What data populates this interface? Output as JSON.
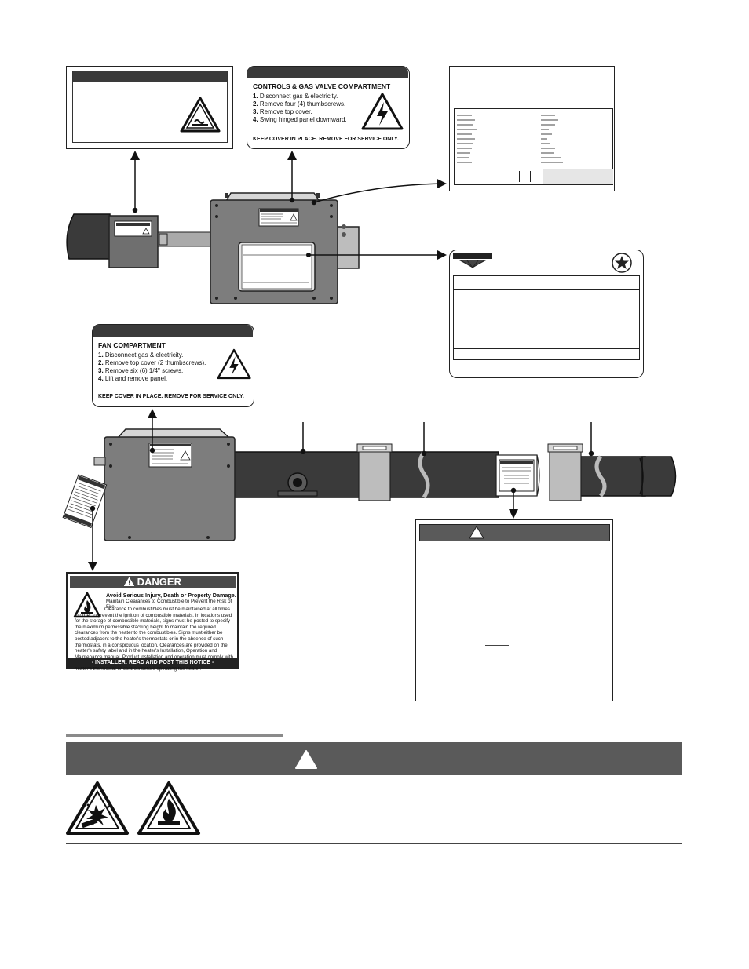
{
  "gas_valve_label": {
    "title": "CONTROLS & GAS VALVE COMPARTMENT",
    "steps": [
      {
        "num": "1.",
        "text": "Disconnect gas & electricity."
      },
      {
        "num": "2.",
        "text": "Remove four (4) thumbscrews."
      },
      {
        "num": "3.",
        "text": "Remove top cover."
      },
      {
        "num": "4.",
        "text": "Swing hinged panel downward."
      }
    ],
    "footer": "KEEP COVER IN PLACE. REMOVE FOR SERVICE ONLY."
  },
  "fan_label": {
    "title": "FAN COMPARTMENT",
    "steps": [
      {
        "num": "1.",
        "text": "Disconnect gas & electricity."
      },
      {
        "num": "2.",
        "text": "Remove top cover (2 thumbscrews)."
      },
      {
        "num": "3.",
        "text": "Remove six (6) 1/4\" screws."
      },
      {
        "num": "4.",
        "text": "Lift and remove panel."
      }
    ],
    "footer": "KEEP COVER IN PLACE. REMOVE FOR SERVICE ONLY."
  },
  "danger_label": {
    "header": "DANGER",
    "headline": "Avoid Serious Injury, Death or Property Damage.",
    "subhead": "Maintain Clearances to Combustible to Prevent the Risk of Fire.",
    "body": "Clearance to combustibles must be maintained at all times in order to prevent the ignition of combustible materials. In locations used for the storage of combustible materials, signs must be posted to specify the maximum permissible stacking height to maintain the required clearances from the heater to the combustibles. Signs must either be posted adjacent to the heater's thermostats or in the absence of such thermostats, in a conspicuous location. Clearances are provided on the heater's safety label and in the heater's Installation, Operation and Maintenance manual. Product installation and operation must comply with applicable standards, codes and regulations. Post this tag adjacent to the heater's thermostat or controls before operating the heater.",
    "footer": "- INSTALLER: READ AND POST THIS NOTICE -"
  },
  "colors": {
    "tube": "#3a3a3a",
    "housing": "#808080",
    "warning_bar": "#5a5a5a",
    "label_header": "#3a3a3a"
  },
  "icons": [
    "hot-surface-icon",
    "electric-shock-icon",
    "fire-icon",
    "explosion-icon",
    "star-seal-icon",
    "warning-triangle-icon"
  ]
}
